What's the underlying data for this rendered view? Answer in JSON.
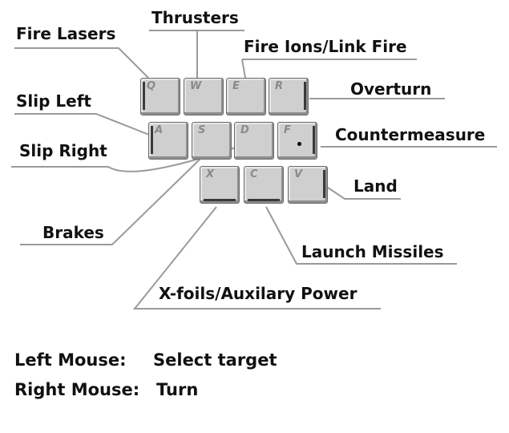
{
  "keys": {
    "q": "Q",
    "w": "W",
    "e": "E",
    "r": "R",
    "a": "A",
    "s": "S",
    "d": "D",
    "f": "F",
    "x": "X",
    "c": "C",
    "v": "V"
  },
  "labels": {
    "thrusters": "Thrusters",
    "fire_lasers": "Fire Lasers",
    "fire_ions": "Fire Ions/Link Fire",
    "overturn": "Overturn",
    "slip_left": "Slip Left",
    "countermeasure": "Countermeasure",
    "slip_right": "Slip Right",
    "land": "Land",
    "brakes": "Brakes",
    "launch_missiles": "Launch Missiles",
    "xfoils": "X-foils/Auxilary Power"
  },
  "mouse": {
    "left_label": "Left Mouse:",
    "left_value": "Select target",
    "right_label": "Right Mouse:",
    "right_value": "Turn"
  }
}
